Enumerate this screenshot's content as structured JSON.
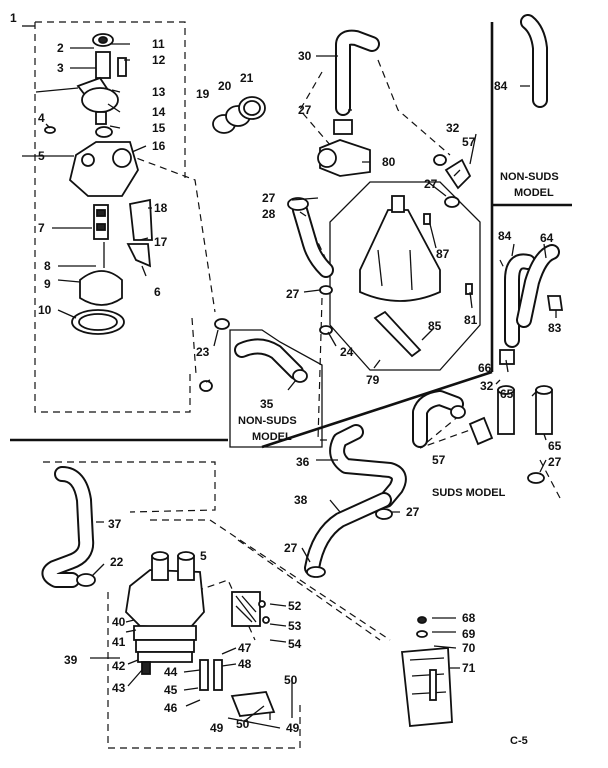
{
  "labels": {
    "n1": "1",
    "n2": "2",
    "n3": "3",
    "n4": "4",
    "n5a": "5",
    "n5b": "5",
    "n6": "6",
    "n7": "7",
    "n8": "8",
    "n9": "9",
    "n10": "10",
    "n11": "11",
    "n12": "12",
    "n13": "13",
    "n14": "14",
    "n15": "15",
    "n16": "16",
    "n17": "17",
    "n18": "18",
    "n19": "19",
    "n20": "20",
    "n21": "21",
    "n22": "22",
    "n23": "23",
    "n24": "24",
    "n27a": "27",
    "n27b": "27",
    "n27c": "27",
    "n27d": "27",
    "n27e": "27",
    "n27f": "27",
    "n27g": "27",
    "n28": "28",
    "n30": "30",
    "n32a": "32",
    "n32b": "32",
    "n35": "35",
    "n36": "36",
    "n37": "37",
    "n38": "38",
    "n39": "39",
    "n40": "40",
    "n41": "41",
    "n42": "42",
    "n43": "43",
    "n44": "44",
    "n45": "45",
    "n46": "46",
    "n47": "47",
    "n48": "48",
    "n49a": "49",
    "n49b": "49",
    "n50a": "50",
    "n50b": "50",
    "n52": "52",
    "n53": "53",
    "n54": "54",
    "n57a": "57",
    "n57b": "57",
    "n64": "64",
    "n65a": "65",
    "n65b": "65",
    "n66": "66",
    "n68": "68",
    "n69": "69",
    "n70": "70",
    "n71": "71",
    "n79": "79",
    "n80": "80",
    "n81": "81",
    "n83": "83",
    "n84a": "84",
    "n84b": "84",
    "n85": "85",
    "n87": "87"
  },
  "captions": {
    "nonsuds_top_1": "NON-SUDS",
    "nonsuds_top_2": "MODEL",
    "nonsuds_mid_1": "NON-SUDS",
    "nonsuds_mid_2": "MODEL",
    "suds_model": "SUDS MODEL",
    "page_code": "C-5"
  }
}
